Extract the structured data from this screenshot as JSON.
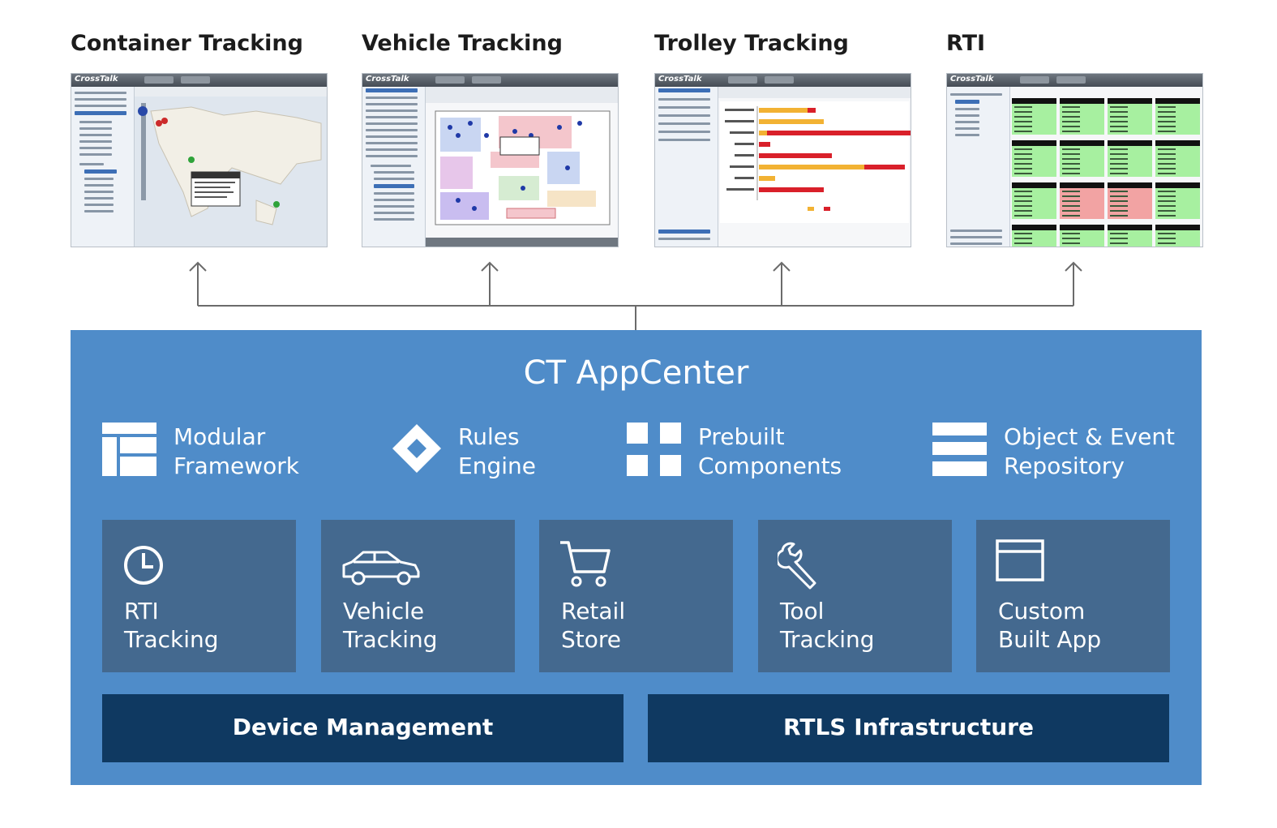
{
  "apps": [
    {
      "title": "Container Tracking",
      "logo": "CrossTalk"
    },
    {
      "title": "Vehicle Tracking",
      "logo": "CrossTalk"
    },
    {
      "title": "Trolley Tracking",
      "logo": "CrossTalk"
    },
    {
      "title": "RTI",
      "logo": "CrossTalk"
    }
  ],
  "platform": {
    "title": "CT AppCenter",
    "features": [
      {
        "line1": "Modular",
        "line2": "Framework",
        "icon": "layout-icon"
      },
      {
        "line1": "Rules",
        "line2": "Engine",
        "icon": "diamond-icon"
      },
      {
        "line1": "Prebuilt",
        "line2": "Components",
        "icon": "grid-icon"
      },
      {
        "line1": "Object & Event",
        "line2": "Repository",
        "icon": "stack-icon"
      }
    ],
    "tiles": [
      {
        "line1": "RTI",
        "line2": "Tracking",
        "icon": "clock-icon"
      },
      {
        "line1": "Vehicle",
        "line2": "Tracking",
        "icon": "car-icon"
      },
      {
        "line1": "Retail",
        "line2": "Store",
        "icon": "cart-icon"
      },
      {
        "line1": "Tool",
        "line2": "Tracking",
        "icon": "wrench-icon"
      },
      {
        "line1": "Custom",
        "line2": "Built App",
        "icon": "window-icon"
      }
    ],
    "base": [
      {
        "label": "Device Management"
      },
      {
        "label": "RTLS Infrastructure"
      }
    ]
  },
  "colors": {
    "platform_bg": "#4f8cc9",
    "tile_bg": "#44698f",
    "base_bg": "#0f3961",
    "connector": "#6b6b6b"
  }
}
